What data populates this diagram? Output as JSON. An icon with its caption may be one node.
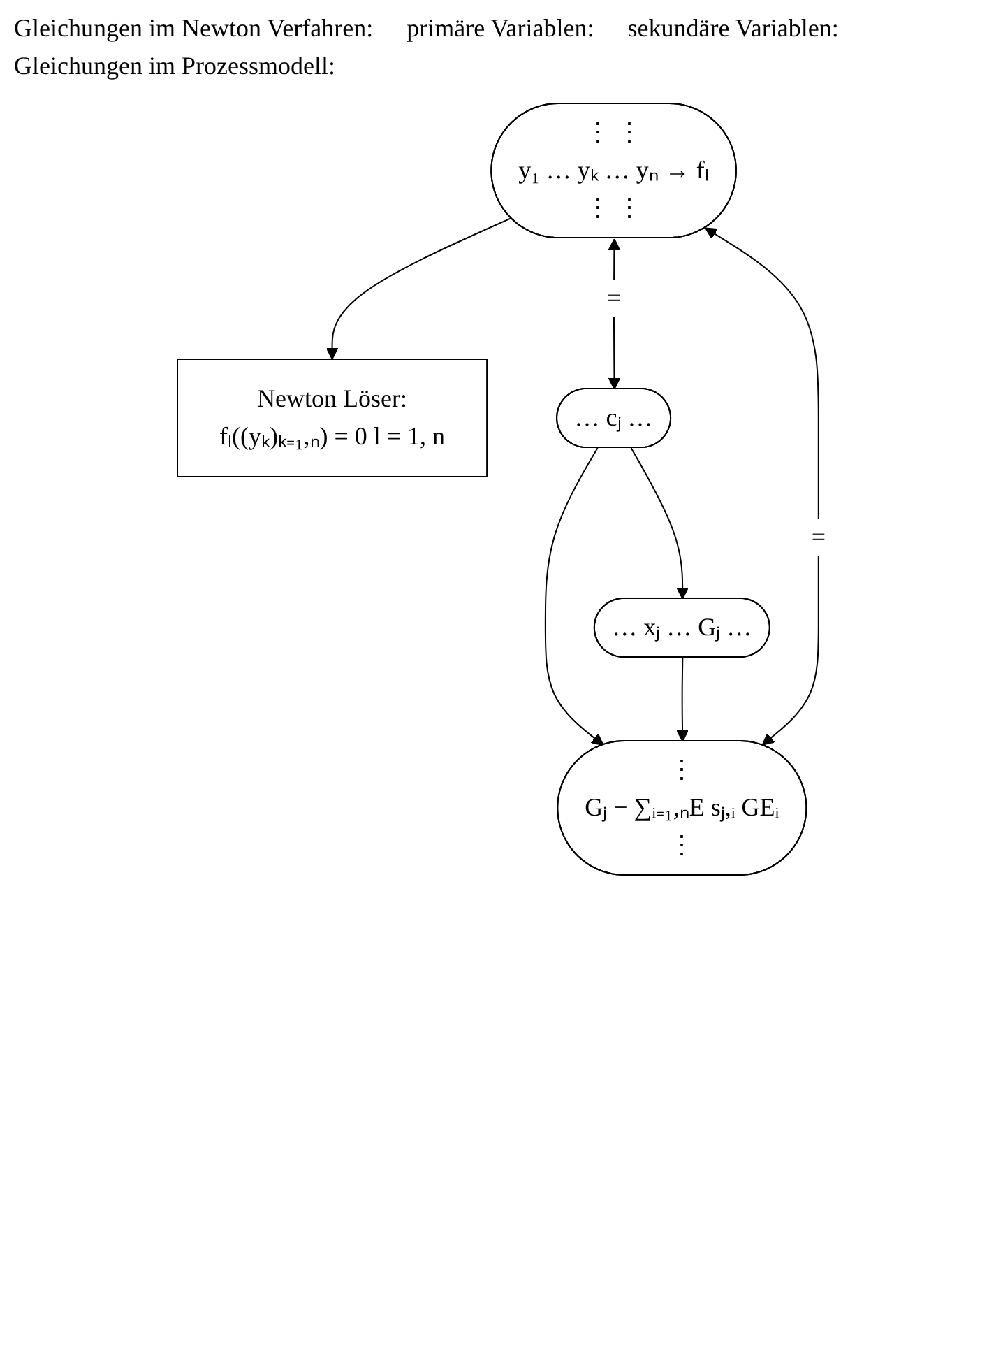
{
  "diagram": {
    "nodes": [
      {
        "text": [
          "Newton Löser:",
          "fₗ((yₖ)ₖ₌₁,ₙ) = 0    l = 1, n"
        ]
      },
      {
        "text": [
          "⋮    ⋮",
          "y₁ … yₖ … yₙ → fₗ",
          "⋮    ⋮"
        ]
      },
      {
        "text": [
          "… cⱼ …"
        ]
      },
      {
        "text": [
          "… xⱼ … Gⱼ …"
        ]
      },
      {
        "text": [
          "⋮",
          "Gⱼ − ∑ᵢ₌₁,ₙE sⱼ,ᵢ GEᵢ",
          "⋮"
        ]
      }
    ],
    "edges": [
      {
        "from": 1,
        "to": 0,
        "arrow": "to"
      },
      {
        "from": 1,
        "to": 2,
        "arrow": "both",
        "label": "="
      },
      {
        "from": 2,
        "to": 3,
        "arrow": "to"
      },
      {
        "from": 2,
        "to": 4,
        "arrow": "to"
      },
      {
        "from": 3,
        "to": 4,
        "arrow": "to"
      },
      {
        "from": 4,
        "to": 1,
        "arrow": "both",
        "label": "="
      }
    ],
    "labels": [
      "Gleichungen im Newton Verfahren:",
      "primäre Variablen:",
      "sekundäre Variablen:",
      "Gleichungen im Prozessmodell:"
    ]
  }
}
